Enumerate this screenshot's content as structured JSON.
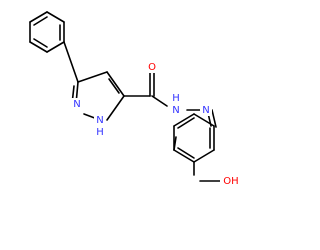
{
  "atom_labels": {
    "N_pyrazole": "N",
    "NH_pyrazole": "N",
    "H_pyrazole": "H",
    "O_carbonyl": "O",
    "NH_hydrazide": "N",
    "H_hydrazide": "H",
    "N_imine": "N",
    "OH_phenol": "OH"
  },
  "colors": {
    "bond": "#000000",
    "nitrogen": "#3333ff",
    "oxygen": "#ff0000"
  }
}
